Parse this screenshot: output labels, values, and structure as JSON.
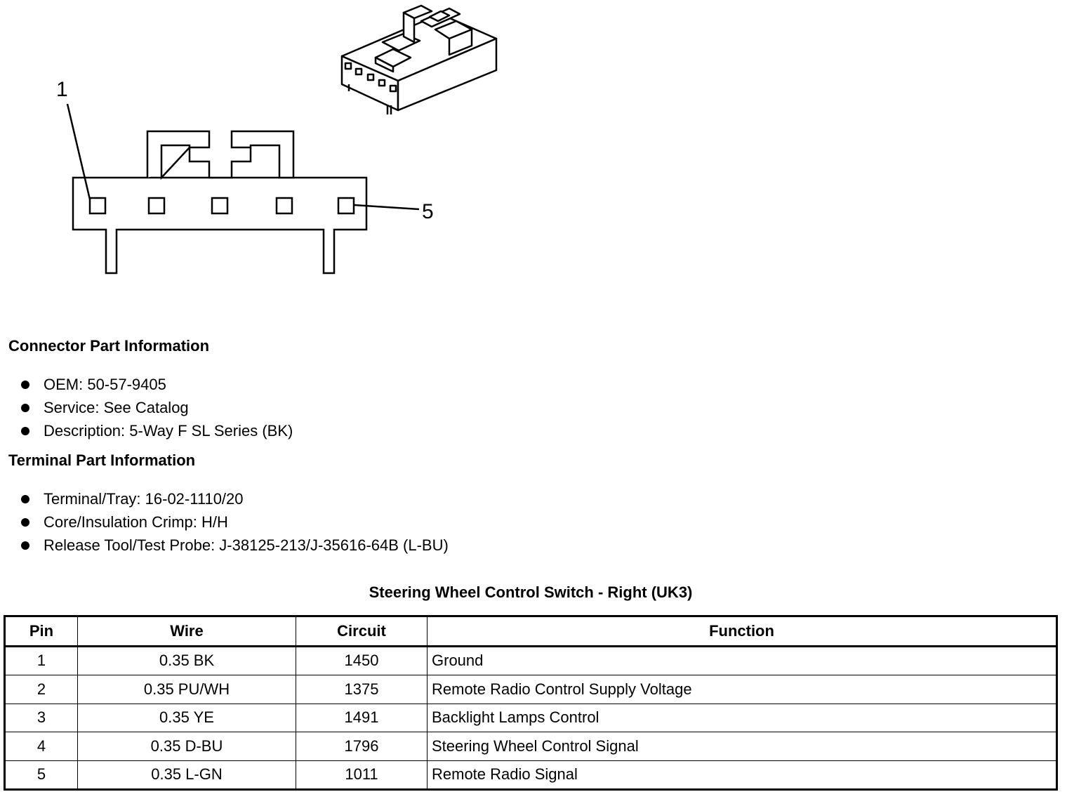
{
  "diagram": {
    "callouts": [
      "1",
      "5"
    ]
  },
  "connector_info": {
    "title": "Connector Part Information",
    "items": [
      "OEM: 50-57-9405",
      "Service: See Catalog",
      "Description: 5-Way F SL Series (BK)"
    ]
  },
  "terminal_info": {
    "title": "Terminal Part Information",
    "items": [
      "Terminal/Tray: 16-02-1110/20",
      "Core/Insulation Crimp: H/H",
      "Release Tool/Test Probe: J-38125-213/J-35616-64B (L-BU)"
    ]
  },
  "table": {
    "title": "Steering Wheel Control Switch - Right (UK3)",
    "headers": [
      "Pin",
      "Wire",
      "Circuit",
      "Function"
    ],
    "rows": [
      [
        "1",
        "0.35 BK",
        "1450",
        "Ground"
      ],
      [
        "2",
        "0.35 PU/WH",
        "1375",
        "Remote Radio Control Supply Voltage"
      ],
      [
        "3",
        "0.35 YE",
        "1491",
        "Backlight Lamps Control"
      ],
      [
        "4",
        "0.35 D-BU",
        "1796",
        "Steering Wheel Control Signal"
      ],
      [
        "5",
        "0.35 L-GN",
        "1011",
        "Remote Radio Signal"
      ]
    ]
  }
}
